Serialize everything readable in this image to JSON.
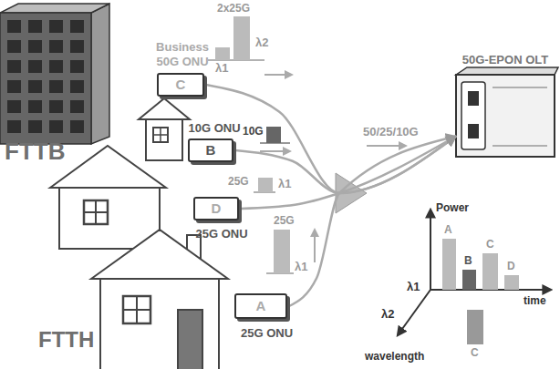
{
  "diagram": {
    "nodes": [
      {
        "text": [
          "C",
          "Business 50G ONU"
        ]
      },
      {
        "text": [
          "B",
          "10G ONU"
        ]
      },
      {
        "text": [
          "D",
          "25G ONU"
        ]
      },
      {
        "text": [
          "A",
          "25G ONU"
        ]
      },
      {
        "text": [
          "50G-EPON OLT"
        ]
      }
    ],
    "edges": [
      {
        "from": 0,
        "to": 4,
        "arrow": "to"
      },
      {
        "from": 1,
        "to": 4,
        "arrow": "to"
      },
      {
        "from": 2,
        "to": 4,
        "arrow": "to"
      },
      {
        "from": 3,
        "to": 4,
        "arrow": "to"
      }
    ],
    "labels": [
      "FTTB",
      "FTTH",
      "2x25G",
      "λ2",
      "λ1",
      "10G",
      "25G",
      "λ1",
      "25G",
      "λ1",
      "50/25/10G",
      "Power",
      "λ1",
      "time",
      "λ2",
      "wavelength",
      "A",
      "B",
      "C",
      "D",
      "C"
    ]
  }
}
